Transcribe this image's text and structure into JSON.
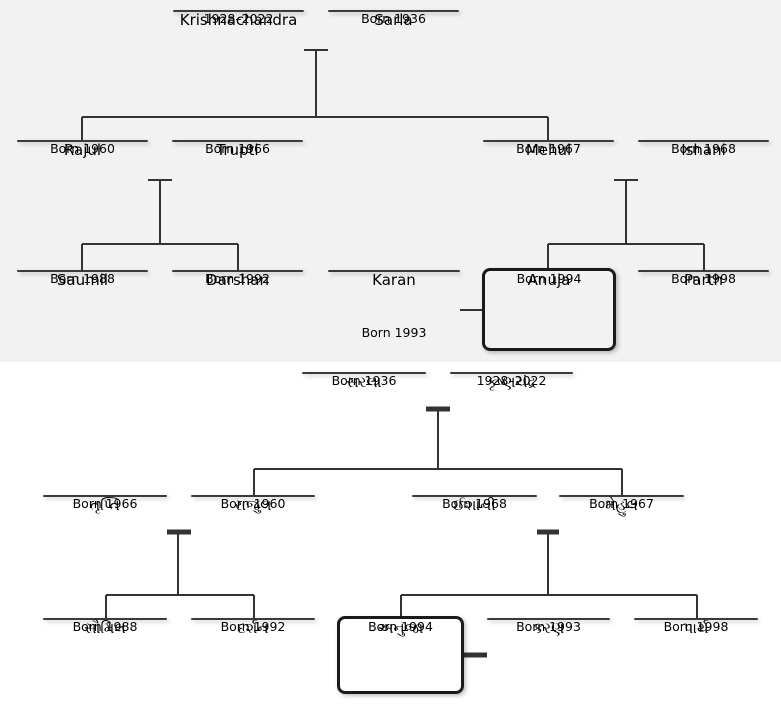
{
  "top_tree": {
    "couple_root": [
      {
        "name": "Krishnachandra",
        "dates": "1928–2022"
      },
      {
        "name": "Sarla",
        "dates": "Born 1936"
      }
    ],
    "generation2": [
      {
        "name": "Rajul",
        "dates": "Born 1960"
      },
      {
        "name": "Trupti",
        "dates": "Born 1966"
      },
      {
        "name": "Mehul",
        "dates": "Born 1967"
      },
      {
        "name": "Ishani",
        "dates": "Born 1968"
      }
    ],
    "generation3": [
      {
        "name": "Saumil",
        "dates": "Born 1988"
      },
      {
        "name": "Darshan",
        "dates": "Born 1992"
      },
      {
        "name": "Karan",
        "dates": "Born 1993"
      },
      {
        "name": "Anuja",
        "dates": "Born 1994"
      },
      {
        "name": "Parth",
        "dates": "Born 1998"
      }
    ],
    "colors": {
      "male": "#eac8fb",
      "female": "#ffff88",
      "background": "#f2f2f2"
    }
  },
  "bottom_tree": {
    "couple_root": [
      {
        "name": "સરલા",
        "dates": "Born 1936"
      },
      {
        "name": "કૃષ્ણચંદ્ર",
        "dates": "1928–2022"
      }
    ],
    "generation2": [
      {
        "name": "તૃપ્તિ",
        "dates": "Born 1966"
      },
      {
        "name": "રાજુલ",
        "dates": "Born 1960"
      },
      {
        "name": "ઈશાની",
        "dates": "Born 1968"
      },
      {
        "name": "મેહુલ",
        "dates": "Born 1967"
      }
    ],
    "generation3": [
      {
        "name": "સૌમિલ",
        "dates": "Born 1988"
      },
      {
        "name": "દર્શન",
        "dates": "Born 1992"
      },
      {
        "name": "અનુજા",
        "dates": "Born 1994"
      },
      {
        "name": "કરણ",
        "dates": "Born 1993"
      },
      {
        "name": "પાર્થ",
        "dates": "Born 1998"
      }
    ],
    "colors": {
      "female": "#aaffaa",
      "male": "#ffdcc0"
    }
  }
}
